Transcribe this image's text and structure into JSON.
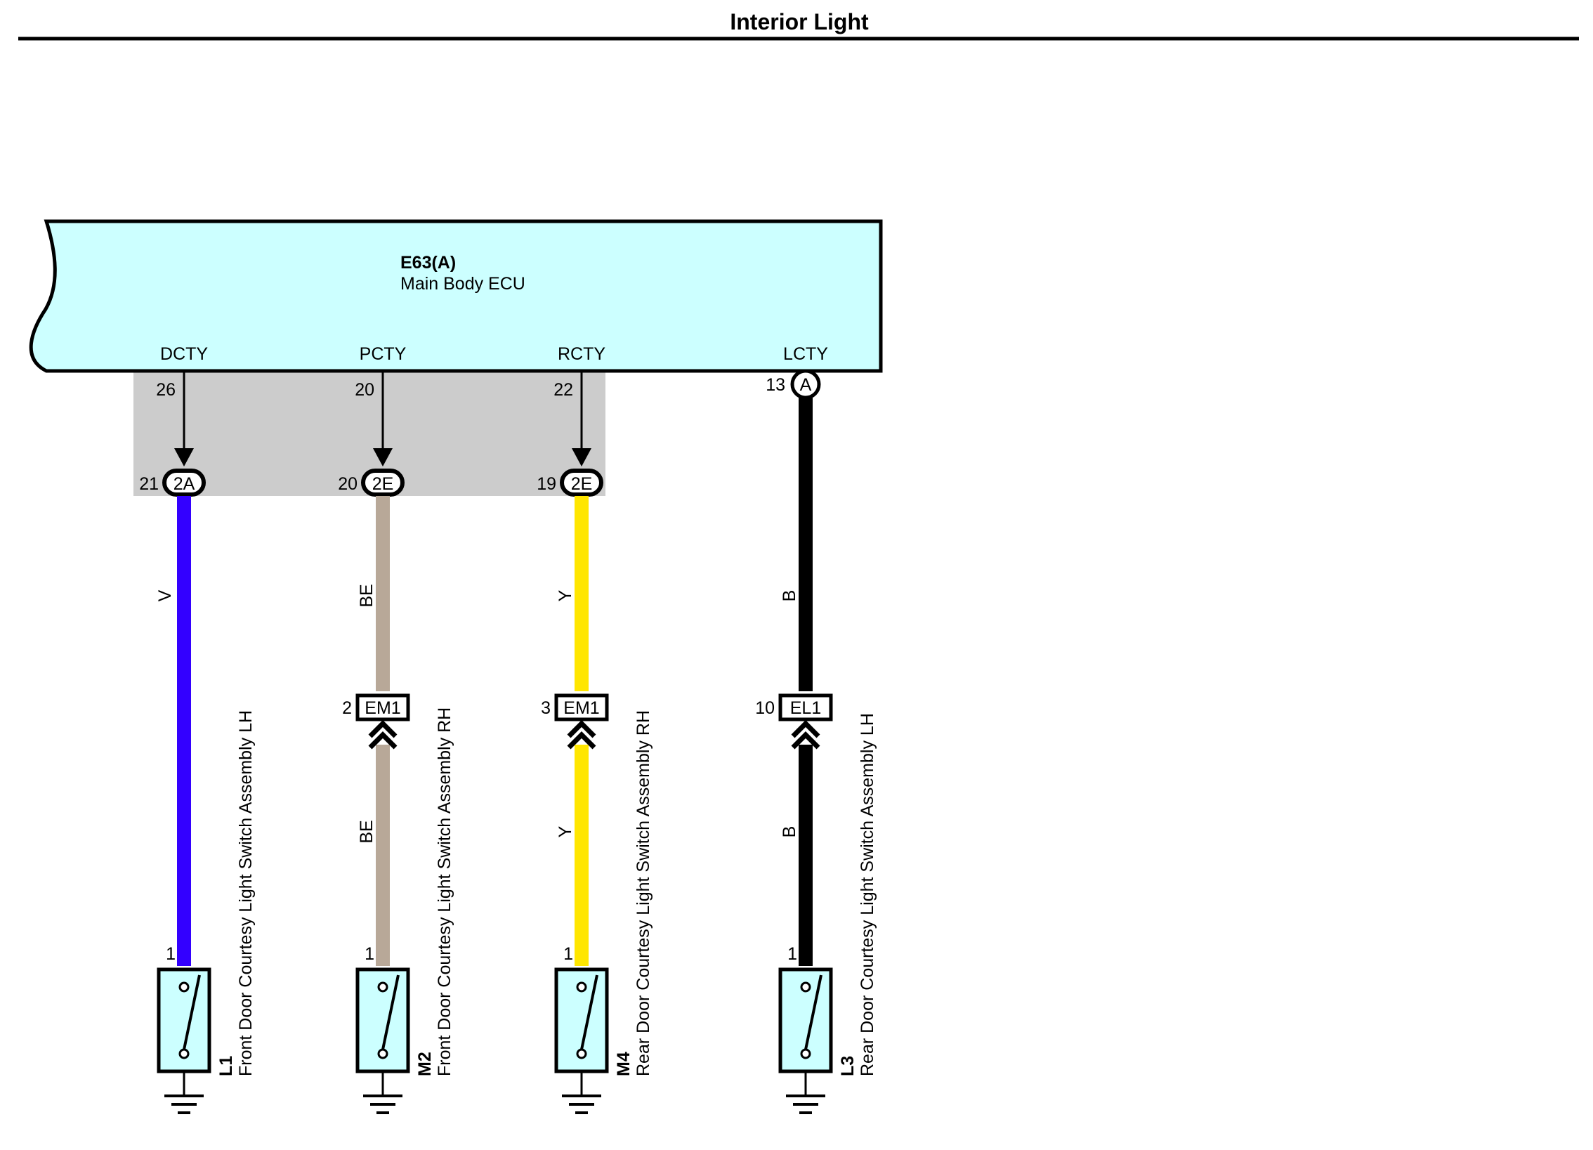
{
  "title": "Interior Light",
  "ecu": {
    "code": "E63(A)",
    "name": "Main Body ECU"
  },
  "colors": {
    "ecu_fill": "#ccffff",
    "shade": "#cccccc",
    "switch_fill": "#ccffff",
    "wire_V": "#3300ff",
    "wire_BE": "#b8a898",
    "wire_Y": "#ffe600",
    "wire_B": "#000000"
  },
  "terminals": [
    {
      "name": "DCTY",
      "pin": "26",
      "jpin": "21",
      "jconn": "2A"
    },
    {
      "name": "PCTY",
      "pin": "20",
      "jpin": "20",
      "jconn": "2E"
    },
    {
      "name": "RCTY",
      "pin": "22",
      "jpin": "19",
      "jconn": "2E"
    },
    {
      "name": "LCTY",
      "pin": "13",
      "jconn": "A"
    }
  ],
  "wires": [
    {
      "upper": "V"
    },
    {
      "upper": "BE",
      "lower": "BE"
    },
    {
      "upper": "Y",
      "lower": "Y"
    },
    {
      "upper": "B",
      "lower": "B"
    }
  ],
  "inline_connectors": [
    null,
    {
      "pin": "2",
      "code": "EM1"
    },
    {
      "pin": "3",
      "code": "EM1"
    },
    {
      "pin": "10",
      "code": "EL1"
    }
  ],
  "switches": [
    {
      "pin": "1",
      "code": "L1",
      "name": "Front Door Courtesy Light Switch Assembly LH"
    },
    {
      "pin": "1",
      "code": "M2",
      "name": "Front Door Courtesy Light Switch Assembly RH"
    },
    {
      "pin": "1",
      "code": "M4",
      "name": "Rear Door Courtesy Light Switch Assembly RH"
    },
    {
      "pin": "1",
      "code": "L3",
      "name": "Rear Door Courtesy Light Switch Assembly LH"
    }
  ]
}
